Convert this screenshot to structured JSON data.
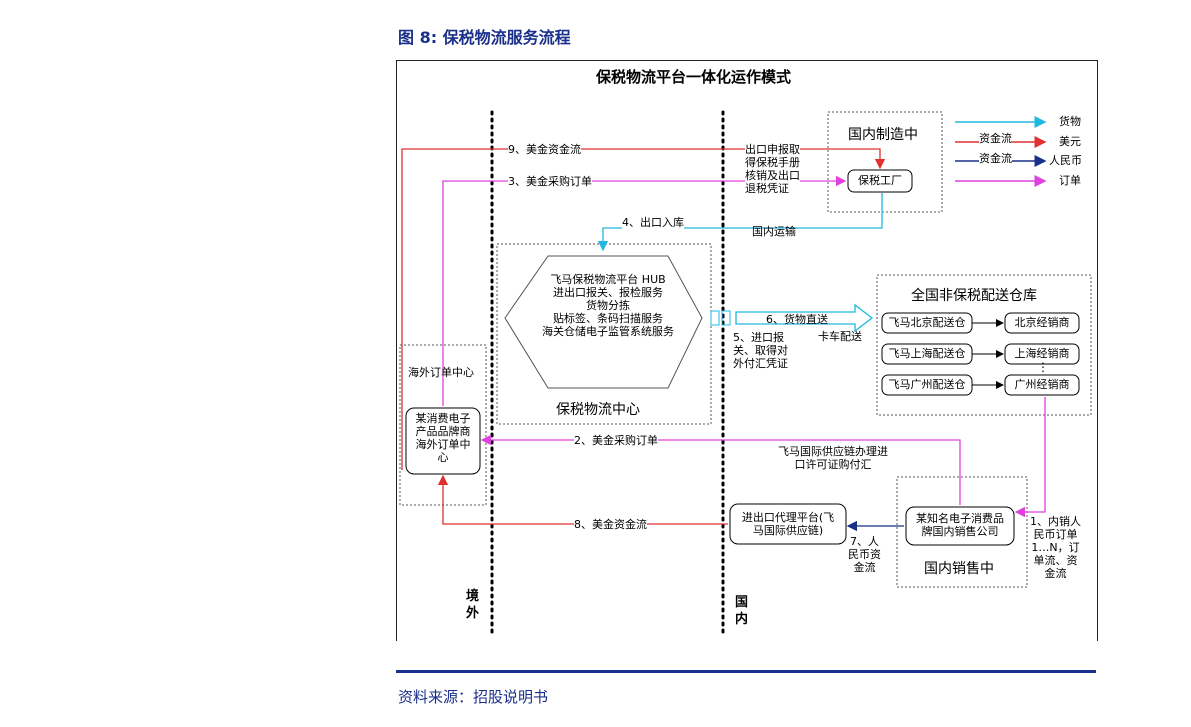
{
  "figure": {
    "title": "图 8: 保税物流服务流程",
    "source": "资料来源：招股说明书"
  },
  "diagram": {
    "title": "保税物流平台一体化运作模式",
    "regions": {
      "overseas": "境\n外",
      "domestic": "国\n内"
    },
    "legend": [
      {
        "label": "货物",
        "line_label": "",
        "color": "#20b8e0"
      },
      {
        "label": "美元",
        "line_label": "资金流",
        "color": "#e03030"
      },
      {
        "label": "人民币",
        "line_label": "资金流",
        "color": "#1a2f8a"
      },
      {
        "label": "订单",
        "line_label": "",
        "color": "#e040e0"
      }
    ],
    "nodes": {
      "domestic_manufacturing": "国内制造中",
      "bonded_factory": "保税工厂",
      "hub_text": "飞马保税物流平台 HUB\n进出口报关、报检服务\n货物分拣\n贴标签、条码扫描服务\n海关仓储电子监管系统服务",
      "logistics_center": "保税物流中心",
      "warehouse_title": "全国非保税配送仓库",
      "warehouses": [
        "飞马北京配送仓",
        "飞马上海配送仓",
        "飞马广州配送仓"
      ],
      "distributors": [
        "北京经销商",
        "上海经销商",
        "广州经销商"
      ],
      "overseas_order_center": "海外订单中心",
      "brand_company": "某消费电子\n产品品牌商\n海外订单中\n心",
      "import_agent": "进出口代理平台(飞\n马国际供应链)",
      "domestic_sales_company": "某知名电子消费品\n牌国内销售公司",
      "domestic_sales_center": "国内销售中"
    },
    "flows": {
      "f9": "9、美金资金流",
      "f3": "3、美金采购订单",
      "export_declare": "出口申报取\n得保税手册\n核销及出口\n退税凭证",
      "f4": "4、出口入库",
      "domestic_transport": "国内运输",
      "f6": "6、货物直送",
      "truck": "卡车配送",
      "f5": "5、进口报\n关、取得对\n外付汇凭证",
      "f2": "2、美金采购订单",
      "import_permit": "飞马国际供应链办理进\n口许可证购付汇",
      "f8": "8、美金资金流",
      "f7": "7、人\n民币资\n金流",
      "f1": "1、内销人\n民币订单\n1…N，订\n单流、资\n金流",
      "ellipsis": "⋮"
    }
  }
}
